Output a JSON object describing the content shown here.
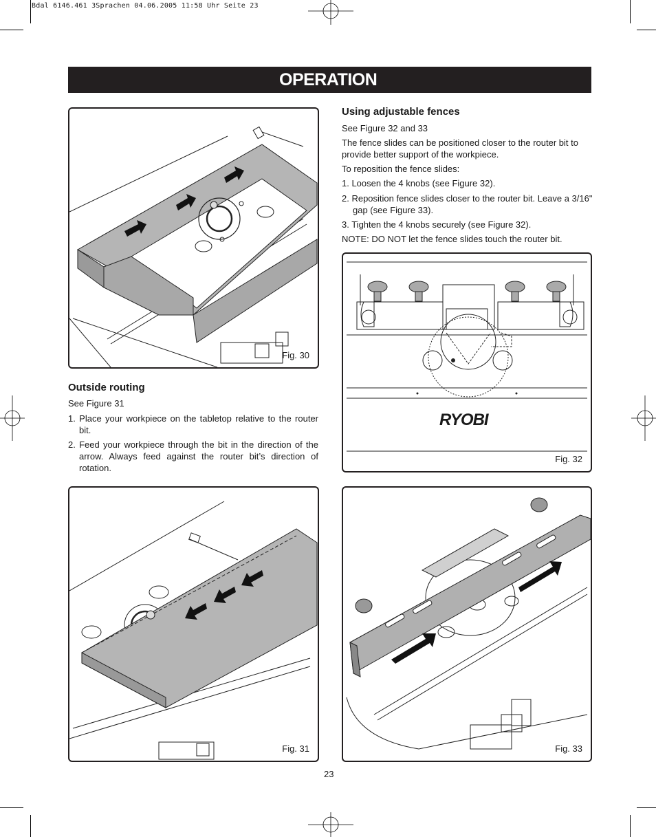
{
  "slug": "Bdal 6146.461 3Sprachen  04.06.2005  11:58 Uhr  Seite 23",
  "header": {
    "title": "OPERATION"
  },
  "figures": {
    "fig30": "Fig. 30",
    "fig31": "Fig. 31",
    "fig32": "Fig. 32",
    "fig33": "Fig. 33"
  },
  "fig32_brand": "RYOBI",
  "outside_routing": {
    "heading": "Outside routing",
    "see": "See Figure 31",
    "steps": [
      "1. Place your workpiece on the tabletop relative to the router bit.",
      "2. Feed your workpiece through the bit in the direction of the arrow. Always feed against the router bit’s direction of rotation."
    ]
  },
  "fences": {
    "heading": "Using adjustable fences",
    "see": "See Figure 32 and 33",
    "intro": "The fence slides can be positioned closer to the router bit to provide better support of the workpiece.",
    "lead": "To reposition the fence slides:",
    "steps": [
      "1. Loosen the 4 knobs (see Figure 32).",
      "2. Reposition fence slides closer to the router bit. Leave a 3/16\" gap (see Figure 33).",
      "3. Tighten the 4 knobs securely (see Figure 32)."
    ],
    "note": "NOTE: DO NOT let the fence slides touch the router bit."
  },
  "page_number": "23"
}
